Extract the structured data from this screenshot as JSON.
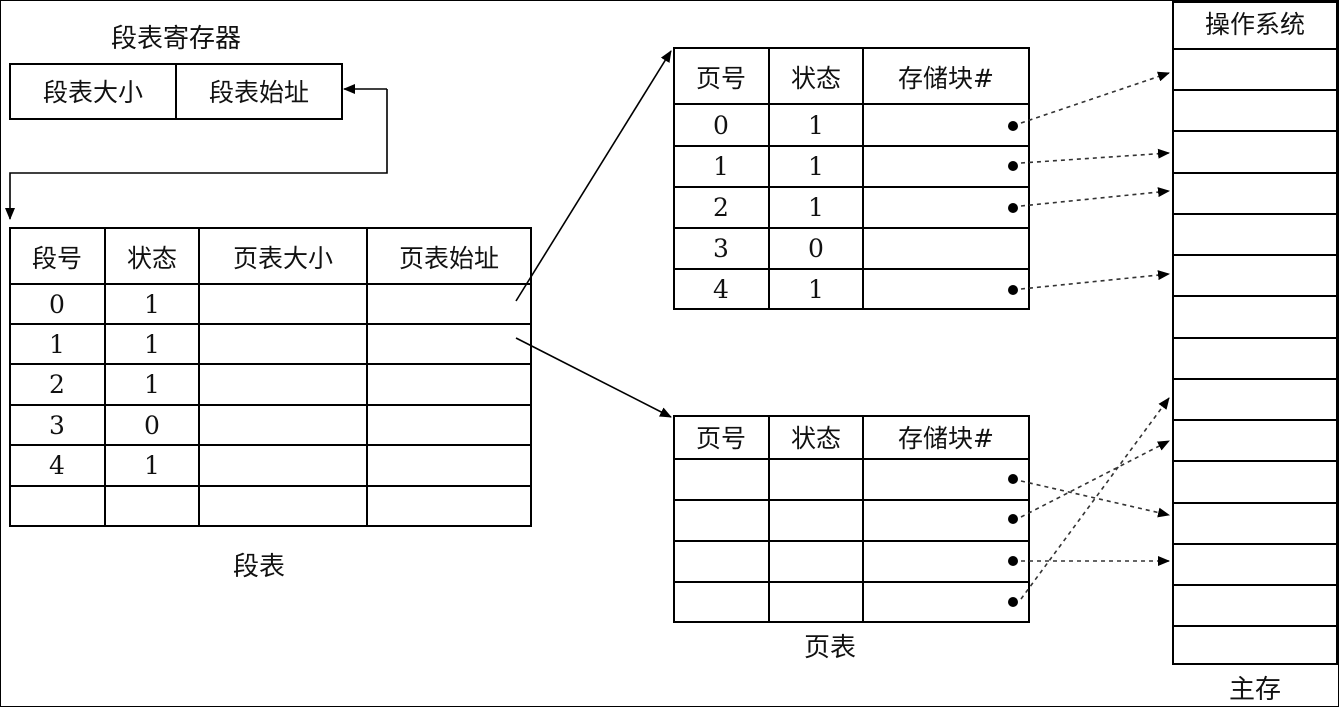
{
  "register": {
    "title": "段表寄存器",
    "cells": [
      "段表大小",
      "段表始址"
    ]
  },
  "segment_table": {
    "caption": "段表",
    "headers": [
      "段号",
      "状态",
      "页表大小",
      "页表始址"
    ],
    "rows": [
      [
        "0",
        "1",
        "",
        ""
      ],
      [
        "1",
        "1",
        "",
        ""
      ],
      [
        "2",
        "1",
        "",
        ""
      ],
      [
        "3",
        "0",
        "",
        ""
      ],
      [
        "4",
        "1",
        "",
        ""
      ],
      [
        "",
        "",
        "",
        ""
      ]
    ]
  },
  "page_table_top": {
    "headers": [
      "页号",
      "状态",
      "存储块#"
    ],
    "rows": [
      [
        "0",
        "1",
        ""
      ],
      [
        "1",
        "1",
        ""
      ],
      [
        "2",
        "1",
        ""
      ],
      [
        "3",
        "0",
        ""
      ],
      [
        "4",
        "1",
        ""
      ]
    ]
  },
  "page_table_bottom": {
    "caption": "页表",
    "headers": [
      "页号",
      "状态",
      "存储块#"
    ],
    "rows": [
      [
        "",
        "",
        ""
      ],
      [
        "",
        "",
        ""
      ],
      [
        "",
        "",
        ""
      ],
      [
        "",
        "",
        ""
      ]
    ]
  },
  "main_memory": {
    "caption": "主存",
    "header": "操作系统"
  }
}
